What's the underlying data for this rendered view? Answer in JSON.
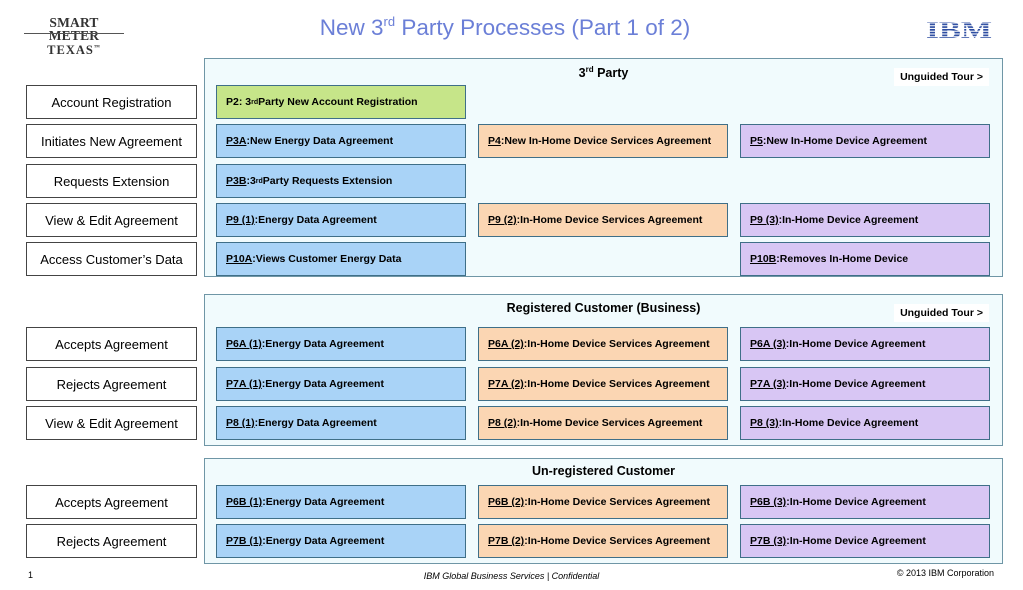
{
  "header": {
    "logo_left": {
      "line1": "SMART METER",
      "line2": "TEXAS",
      "tm": "™"
    },
    "title": {
      "before": "New 3",
      "sup": "rd",
      "after": " Party Processes (Part 1 of 2)"
    },
    "logo_right": "IBM"
  },
  "panels": [
    {
      "title": {
        "before": "3",
        "sup": "rd",
        "after": " Party"
      },
      "tour": "Unguided Tour >"
    },
    {
      "title": {
        "before": "Registered Customer (Business)",
        "sup": "",
        "after": ""
      },
      "tour": "Unguided Tour >"
    },
    {
      "title": {
        "before": "Un-registered Customer",
        "sup": "",
        "after": ""
      },
      "tour": ""
    }
  ],
  "rows": [
    {
      "label": "Account Registration",
      "cells": [
        {
          "color": "green",
          "link": "",
          "sep": "",
          "pre": "P2: 3",
          "sup": "rd",
          "post": " Party New Account Registration"
        },
        null,
        null
      ]
    },
    {
      "label": "Initiates New Agreement",
      "cells": [
        {
          "color": "blue",
          "link": "P3A",
          "sep": ":",
          "pre": " New Energy Data Agreement",
          "sup": "",
          "post": ""
        },
        {
          "color": "orange",
          "link": "P4",
          "sep": ":",
          "pre": " New In-Home Device Services Agreement",
          "sup": "",
          "post": ""
        },
        {
          "color": "purple",
          "link": "P5",
          "sep": ":",
          "pre": " New In-Home Device Agreement",
          "sup": "",
          "post": ""
        }
      ]
    },
    {
      "label": "Requests Extension",
      "cells": [
        {
          "color": "blue",
          "link": "P3B",
          "sep": ":",
          "pre": " 3",
          "sup": "rd",
          "post": " Party Requests Extension"
        },
        null,
        null
      ]
    },
    {
      "label": "View & Edit Agreement",
      "cells": [
        {
          "color": "blue",
          "link": "P9 (1)",
          "sep": ":",
          "pre": " Energy Data Agreement",
          "sup": "",
          "post": ""
        },
        {
          "color": "orange",
          "link": "P9 (2)",
          "sep": ":",
          "pre": " In-Home Device Services Agreement",
          "sup": "",
          "post": ""
        },
        {
          "color": "purple",
          "link": "P9 (3)",
          "sep": ":",
          "pre": " In-Home Device Agreement",
          "sup": "",
          "post": ""
        }
      ]
    },
    {
      "label": "Access Customer’s Data",
      "cells": [
        {
          "color": "blue",
          "link": "P10A",
          "sep": ":",
          "pre": " Views Customer Energy Data",
          "sup": "",
          "post": ""
        },
        null,
        {
          "color": "purple",
          "link": "P10B",
          "sep": ":",
          "pre": " Removes In-Home Device",
          "sup": "",
          "post": ""
        }
      ]
    },
    {
      "label": "Accepts Agreement",
      "cells": [
        {
          "color": "blue",
          "link": "P6A (1)",
          "sep": ":",
          "pre": " Energy Data Agreement",
          "sup": "",
          "post": ""
        },
        {
          "color": "orange",
          "link": "P6A (2)",
          "sep": ":",
          "pre": " In-Home Device Services Agreement",
          "sup": "",
          "post": ""
        },
        {
          "color": "purple",
          "link": "P6A (3)",
          "sep": ":",
          "pre": " In-Home Device Agreement",
          "sup": "",
          "post": ""
        }
      ]
    },
    {
      "label": "Rejects Agreement",
      "cells": [
        {
          "color": "blue",
          "link": "P7A (1)",
          "sep": ":",
          "pre": " Energy Data Agreement",
          "sup": "",
          "post": ""
        },
        {
          "color": "orange",
          "link": "P7A (2)",
          "sep": ":",
          "pre": " In-Home Device Services Agreement",
          "sup": "",
          "post": ""
        },
        {
          "color": "purple",
          "link": "P7A (3)",
          "sep": ":",
          "pre": " In-Home Device Agreement",
          "sup": "",
          "post": ""
        }
      ]
    },
    {
      "label": "View & Edit Agreement",
      "cells": [
        {
          "color": "blue",
          "link": "P8 (1)",
          "sep": ":",
          "pre": " Energy Data Agreement",
          "sup": "",
          "post": ""
        },
        {
          "color": "orange",
          "link": "P8 (2)",
          "sep": ":",
          "pre": " In-Home Device Services Agreement",
          "sup": "",
          "post": ""
        },
        {
          "color": "purple",
          "link": "P8 (3)",
          "sep": ":",
          "pre": " In-Home Device Agreement",
          "sup": "",
          "post": ""
        }
      ]
    },
    {
      "label": "Accepts Agreement",
      "cells": [
        {
          "color": "blue",
          "link": "P6B (1)",
          "sep": ":",
          "pre": " Energy Data Agreement",
          "sup": "",
          "post": ""
        },
        {
          "color": "orange",
          "link": "P6B (2)",
          "sep": ":",
          "pre": " In-Home Device Services Agreement",
          "sup": "",
          "post": ""
        },
        {
          "color": "purple",
          "link": "P6B (3)",
          "sep": ":",
          "pre": " In-Home Device Agreement",
          "sup": "",
          "post": ""
        }
      ]
    },
    {
      "label": "Rejects Agreement",
      "cells": [
        {
          "color": "blue",
          "link": "P7B (1)",
          "sep": ":",
          "pre": " Energy Data Agreement",
          "sup": "",
          "post": ""
        },
        {
          "color": "orange",
          "link": "P7B (2)",
          "sep": ":",
          "pre": " In-Home Device Services Agreement",
          "sup": "",
          "post": ""
        },
        {
          "color": "purple",
          "link": "P7B (3)",
          "sep": ":",
          "pre": " In-Home Device Agreement",
          "sup": "",
          "post": ""
        }
      ]
    }
  ],
  "footer": {
    "page": "1",
    "center": "IBM Global Business Services |  Confidential",
    "right": "© 2013 IBM Corporation"
  },
  "colors": {
    "blue": "#a9d3f7",
    "orange": "#fbd6b3",
    "purple": "#d8c6f4",
    "green": "#c6e589",
    "title": "#6b7fd7",
    "ibm": "#2b4ba0"
  }
}
